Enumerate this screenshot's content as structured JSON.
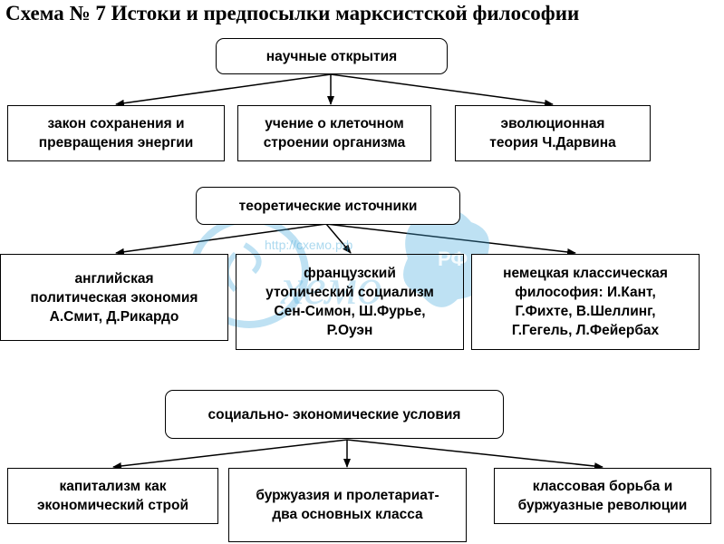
{
  "title": "Схема № 7 Истоки и предпосылки марксистской философии",
  "watermark": {
    "url": "http://схемо.рф"
  },
  "sections": [
    {
      "header": "научные открытия",
      "items": [
        [
          "закон сохранения и",
          "превращения энергии"
        ],
        [
          "учение о клеточном",
          "строении организма"
        ],
        [
          "эволюционная",
          "теория Ч.Дарвина"
        ]
      ]
    },
    {
      "header": "теоретические источники",
      "items": [
        [
          "английская",
          "политическая экономия",
          "А.Смит, Д.Рикардо"
        ],
        [
          "французский",
          "утопический социализм",
          "Сен-Симон, Ш.Фурье,",
          "Р.Оуэн"
        ],
        [
          "немецкая классическая",
          "философия: И.Кант,",
          "Г.Фихте, В.Шеллинг,",
          "Г.Гегель, Л.Фейербах"
        ]
      ]
    },
    {
      "header": "социально- экономические условия",
      "items": [
        [
          "капитализм как",
          "экономический строй"
        ],
        [
          "буржуазия и пролетариат-",
          "два основных класса"
        ],
        [
          "классовая борьба и",
          "буржуазные революции"
        ]
      ]
    }
  ]
}
